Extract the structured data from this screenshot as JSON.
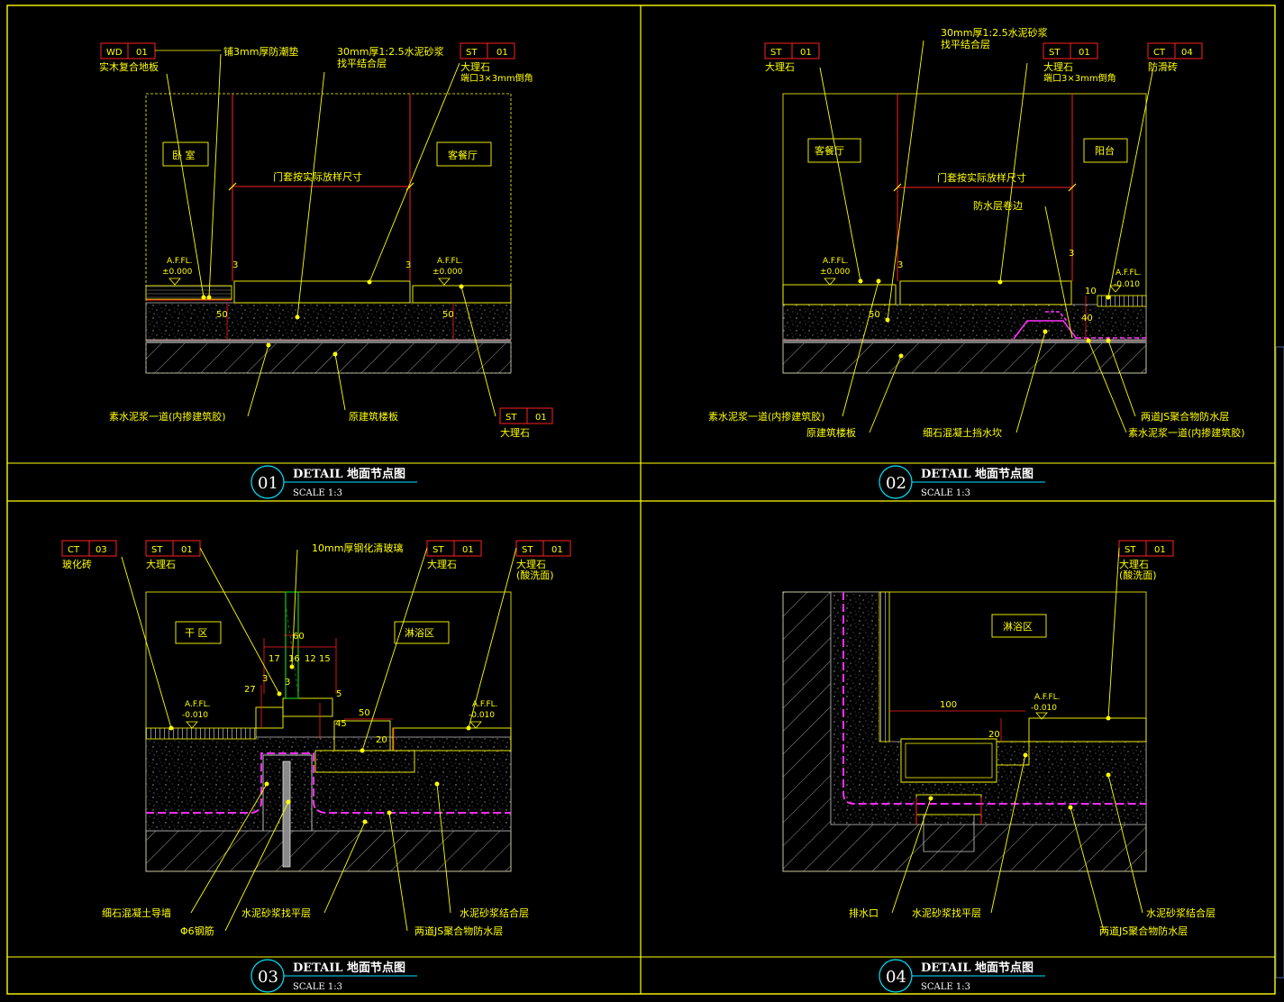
{
  "colors": {
    "background": "#000000",
    "frame": "#ffff00",
    "text": "#ffff00",
    "dim": "#ff2020",
    "tag": "#ff2020",
    "waterproof": "#ff30ff",
    "cyan": "#00e5ff",
    "gray": "#8a8a8a",
    "white": "#e0e0e0",
    "green": "#18c818"
  },
  "panels": [
    {
      "id": "01",
      "number": "01",
      "title": "DETAIL 地面节点图",
      "scale": "SCALE  1:3",
      "tags": [
        {
          "code": "WD",
          "no": "01",
          "label": "实木复合地板"
        },
        {
          "code": "ST",
          "no": "01",
          "label": "大理石",
          "sub": "端口3×3mm倒角"
        },
        {
          "code": "ST",
          "no": "01",
          "label": "大理石"
        }
      ],
      "notes": [
        "铺3mm厚防潮垫",
        "30mm厚1:2.5水泥砂浆",
        "找平结合层",
        "素水泥浆一道(内掺建筑胶)",
        "原建筑楼板"
      ],
      "rooms": [
        "卧 室",
        "客餐厅"
      ],
      "dims": [
        "门套按实际放样尺寸",
        "3",
        "3",
        "50",
        "50"
      ],
      "levels": [
        [
          "A.F.FL.",
          "±0.000"
        ],
        [
          "A.F.FL.",
          "±0.000"
        ]
      ]
    },
    {
      "id": "02",
      "number": "02",
      "title": "DETAIL 地面节点图",
      "scale": "SCALE  1:3",
      "tags": [
        {
          "code": "ST",
          "no": "01",
          "label": "大理石"
        },
        {
          "code": "ST",
          "no": "01",
          "label": "大理石",
          "sub": "端口3×3mm倒角"
        },
        {
          "code": "CT",
          "no": "04",
          "label": "防滑砖"
        }
      ],
      "notes": [
        "30mm厚1:2.5水泥砂浆",
        "找平结合层",
        "防水层卷边",
        "素水泥浆一道(内掺建筑胶)",
        "原建筑楼板",
        "细石混凝土挡水坎",
        "两道JS聚合物防水层",
        "素水泥浆一道(内掺建筑胶)"
      ],
      "rooms": [
        "客餐厅",
        "阳台"
      ],
      "dims": [
        "门套按实际放样尺寸",
        "3",
        "3",
        "50",
        "10",
        "40"
      ],
      "levels": [
        [
          "A.F.FL.",
          "±0.000"
        ],
        [
          "A.F.FL.",
          "-0.010"
        ]
      ]
    },
    {
      "id": "03",
      "number": "03",
      "title": "DETAIL 地面节点图",
      "scale": "SCALE  1:3",
      "tags": [
        {
          "code": "CT",
          "no": "03",
          "label": "玻化砖"
        },
        {
          "code": "ST",
          "no": "01",
          "label": "大理石"
        },
        {
          "code": "ST",
          "no": "01",
          "label": "大理石"
        },
        {
          "code": "ST",
          "no": "01",
          "label": "大理石",
          "sub": "(酸洗面)"
        }
      ],
      "notes": [
        "10mm厚钢化清玻璃",
        "细石混凝土导墙",
        "Φ6钢筋",
        "水泥砂浆找平层",
        "两道JS聚合物防水层",
        "水泥砂浆结合层"
      ],
      "rooms": [
        "干 区",
        "淋浴区"
      ],
      "dims": [
        "60",
        "17",
        "16",
        "12",
        "15",
        "3",
        "27",
        "3",
        "5",
        "45",
        "50",
        "20"
      ],
      "levels": [
        [
          "A.F.FL.",
          "-0.010"
        ],
        [
          "A.F.FL.",
          "-0.010"
        ]
      ]
    },
    {
      "id": "04",
      "number": "04",
      "title": "DETAIL 地面节点图",
      "scale": "SCALE  1:3",
      "tags": [
        {
          "code": "ST",
          "no": "01",
          "label": "大理石",
          "sub": "(酸洗面)"
        }
      ],
      "notes": [
        "排水口",
        "水泥砂浆找平层",
        "两道JS聚合物防水层",
        "水泥砂浆结合层"
      ],
      "rooms": [
        "淋浴区"
      ],
      "dims": [
        "100",
        "20"
      ],
      "levels": [
        [
          "A.F.FL.",
          "-0.010"
        ]
      ]
    }
  ]
}
